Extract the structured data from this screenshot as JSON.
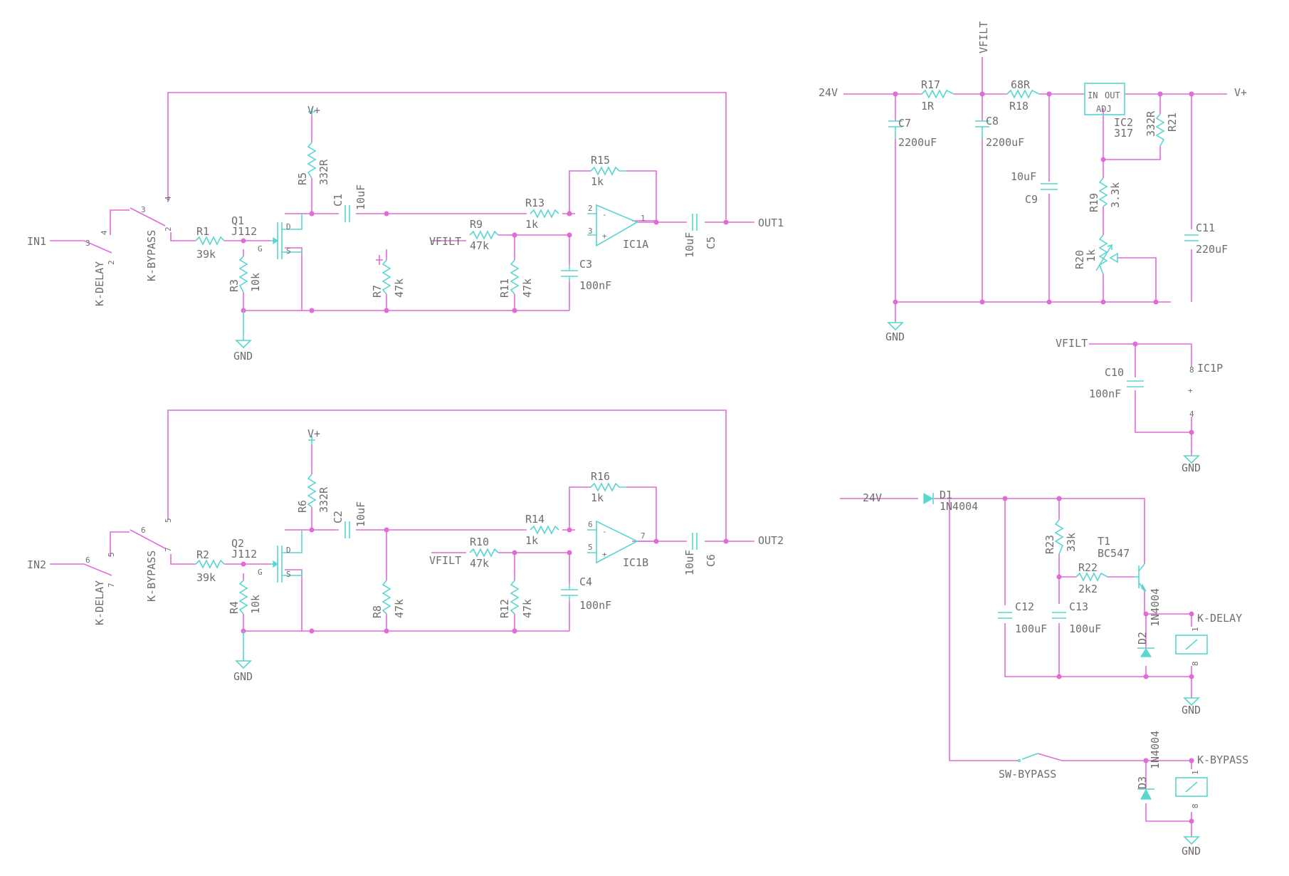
{
  "nets": {
    "in1": "IN1",
    "in2": "IN2",
    "out1": "OUT1",
    "out2": "OUT2",
    "vplus": "V+",
    "vfilt": "VFILT",
    "gnd": "GND",
    "v24": "24V"
  },
  "parts": {
    "R1": {
      "ref": "R1",
      "val": "39k"
    },
    "R2": {
      "ref": "R2",
      "val": "39k"
    },
    "R3": {
      "ref": "R3",
      "val": "10k"
    },
    "R4": {
      "ref": "R4",
      "val": "10k"
    },
    "R5": {
      "ref": "R5",
      "val": "332R"
    },
    "R6": {
      "ref": "R6",
      "val": "332R"
    },
    "R7": {
      "ref": "R7",
      "val": "47k"
    },
    "R8": {
      "ref": "R8",
      "val": "47k"
    },
    "R9": {
      "ref": "R9",
      "val": "47k"
    },
    "R10": {
      "ref": "R10",
      "val": "47k"
    },
    "R11": {
      "ref": "R11",
      "val": "47k"
    },
    "R12": {
      "ref": "R12",
      "val": "47k"
    },
    "R13": {
      "ref": "R13",
      "val": "1k"
    },
    "R14": {
      "ref": "R14",
      "val": "1k"
    },
    "R15": {
      "ref": "R15",
      "val": "1k"
    },
    "R16": {
      "ref": "R16",
      "val": "1k"
    },
    "R17": {
      "ref": "R17",
      "val": "1R"
    },
    "R18": {
      "ref": "R18",
      "val": "68R"
    },
    "R19": {
      "ref": "R19",
      "val": "3.3k"
    },
    "R20": {
      "ref": "R20",
      "val": "1k"
    },
    "R21": {
      "ref": "R21",
      "val": "332R"
    },
    "R22": {
      "ref": "R22",
      "val": "2k2"
    },
    "R23": {
      "ref": "R23",
      "val": "33k"
    },
    "C1": {
      "ref": "C1",
      "val": "10uF"
    },
    "C2": {
      "ref": "C2",
      "val": "10uF"
    },
    "C3": {
      "ref": "C3",
      "val": "100nF"
    },
    "C4": {
      "ref": "C4",
      "val": "100nF"
    },
    "C5": {
      "ref": "C5",
      "val": "10uF"
    },
    "C6": {
      "ref": "C6",
      "val": "10uF"
    },
    "C7": {
      "ref": "C7",
      "val": "2200uF"
    },
    "C8": {
      "ref": "C8",
      "val": "2200uF"
    },
    "C9": {
      "ref": "C9",
      "val": "10uF"
    },
    "C10": {
      "ref": "C10",
      "val": "100nF"
    },
    "C11": {
      "ref": "C11",
      "val": "220uF"
    },
    "C12": {
      "ref": "C12",
      "val": "100uF"
    },
    "C13": {
      "ref": "C13",
      "val": "100uF"
    },
    "Q1": {
      "ref": "Q1",
      "val": "J112"
    },
    "Q2": {
      "ref": "Q2",
      "val": "J112"
    },
    "T1": {
      "ref": "T1",
      "val": "BC547"
    },
    "IC1A": {
      "ref": "IC1A"
    },
    "IC1B": {
      "ref": "IC1B"
    },
    "IC1P": {
      "ref": "IC1P"
    },
    "IC2": {
      "ref": "IC2",
      "val": "317",
      "in": "IN",
      "out": "OUT",
      "adj": "ADJ"
    },
    "D1": {
      "ref": "D1",
      "val": "1N4004"
    },
    "D2": {
      "ref": "D2",
      "val": "1N4004"
    },
    "D3": {
      "ref": "D3",
      "val": "1N4004"
    },
    "KDELAY": {
      "ref": "K-DELAY"
    },
    "KBYPASS": {
      "ref": "K-BYPASS"
    },
    "SW": {
      "ref": "SW-BYPASS"
    }
  },
  "pins": {
    "p1": "1",
    "p2": "2",
    "p3": "3",
    "p4": "4",
    "p5": "5",
    "p6": "6",
    "p7": "7",
    "p8": "8",
    "d": "D",
    "g": "G",
    "s": "S",
    "minus": "-",
    "plus": "+"
  }
}
